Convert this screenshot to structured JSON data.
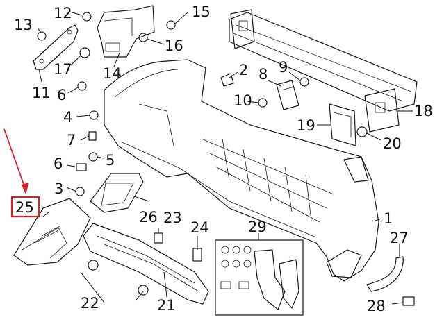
{
  "diagram": {
    "highlight_color": "#d61f26",
    "highlighted_callout": "25",
    "callouts": [
      {
        "id": "c1",
        "text": "1"
      },
      {
        "id": "c2",
        "text": "2"
      },
      {
        "id": "c3",
        "text": "3"
      },
      {
        "id": "c4",
        "text": "4"
      },
      {
        "id": "c5",
        "text": "5"
      },
      {
        "id": "c6a",
        "text": "6"
      },
      {
        "id": "c6b",
        "text": "6"
      },
      {
        "id": "c7",
        "text": "7"
      },
      {
        "id": "c8",
        "text": "8"
      },
      {
        "id": "c9",
        "text": "9"
      },
      {
        "id": "c10",
        "text": "10"
      },
      {
        "id": "c11",
        "text": "11"
      },
      {
        "id": "c12",
        "text": "12"
      },
      {
        "id": "c13",
        "text": "13"
      },
      {
        "id": "c14",
        "text": "14"
      },
      {
        "id": "c15",
        "text": "15"
      },
      {
        "id": "c16",
        "text": "16"
      },
      {
        "id": "c17",
        "text": "17"
      },
      {
        "id": "c18",
        "text": "18"
      },
      {
        "id": "c19",
        "text": "19"
      },
      {
        "id": "c20",
        "text": "20"
      },
      {
        "id": "c21",
        "text": "21"
      },
      {
        "id": "c22",
        "text": "22"
      },
      {
        "id": "c23",
        "text": "23"
      },
      {
        "id": "c24",
        "text": "24"
      },
      {
        "id": "c25",
        "text": "25"
      },
      {
        "id": "c26",
        "text": "26"
      },
      {
        "id": "c27",
        "text": "27"
      },
      {
        "id": "c28",
        "text": "28"
      },
      {
        "id": "c29",
        "text": "29"
      }
    ]
  }
}
